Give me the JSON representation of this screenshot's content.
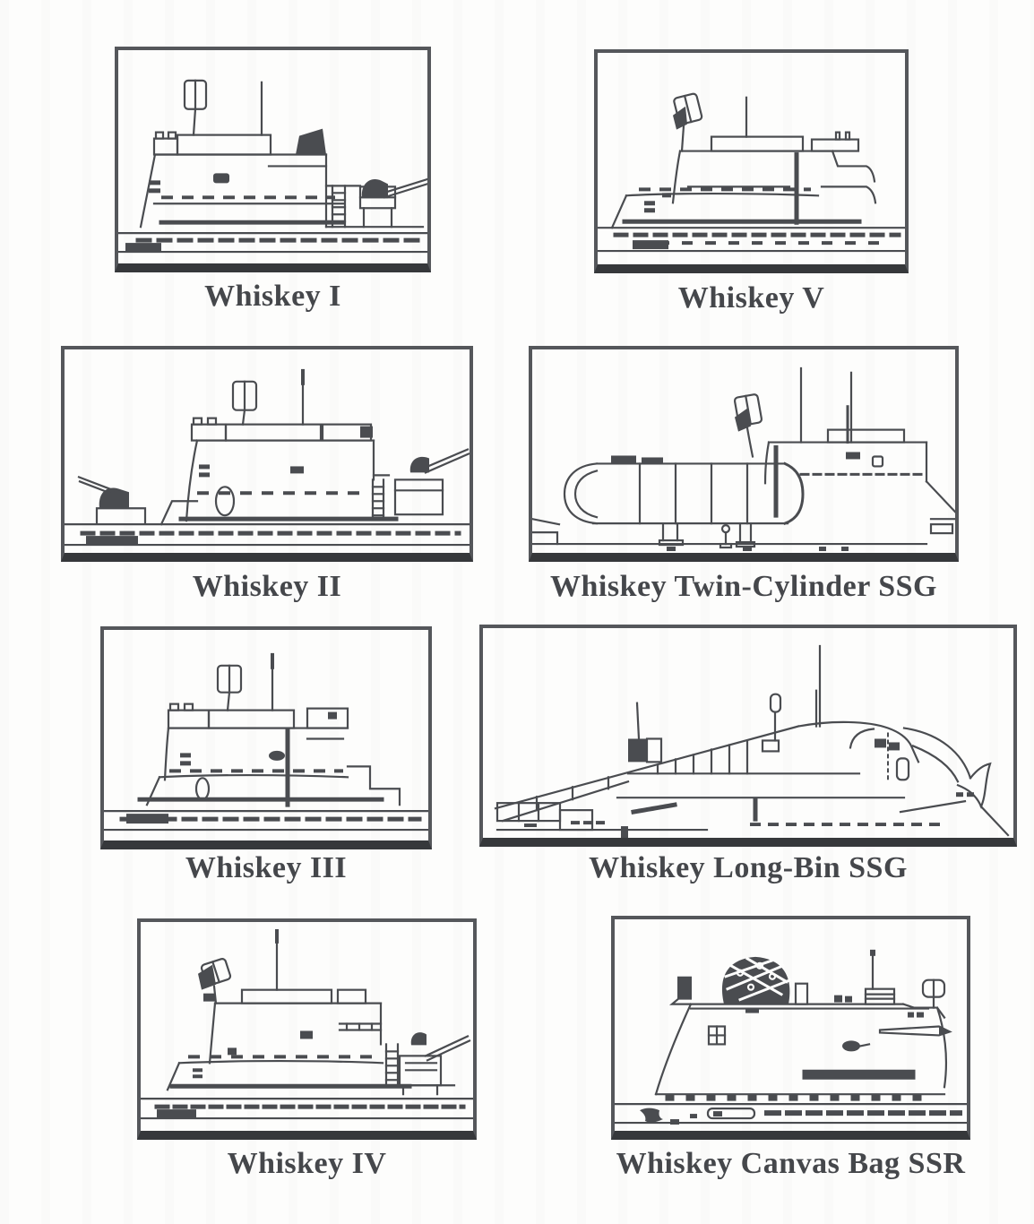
{
  "colors": {
    "ink": "#4a4c50",
    "frame": "#55575b",
    "frame_bottom": "#36383b",
    "caption": "#45474b",
    "paper": "#fdfdfc"
  },
  "figures": [
    {
      "id": "whiskey-i",
      "caption": "Whiskey I"
    },
    {
      "id": "whiskey-v",
      "caption": "Whiskey V"
    },
    {
      "id": "whiskey-ii",
      "caption": "Whiskey II"
    },
    {
      "id": "whiskey-twin-cylinder-ssg",
      "caption": "Whiskey Twin-Cylinder SSG"
    },
    {
      "id": "whiskey-iii",
      "caption": "Whiskey III"
    },
    {
      "id": "whiskey-long-bin-ssg",
      "caption": "Whiskey Long-Bin SSG"
    },
    {
      "id": "whiskey-iv",
      "caption": "Whiskey IV"
    },
    {
      "id": "whiskey-canvas-bag-ssr",
      "caption": "Whiskey Canvas Bag SSR"
    }
  ]
}
